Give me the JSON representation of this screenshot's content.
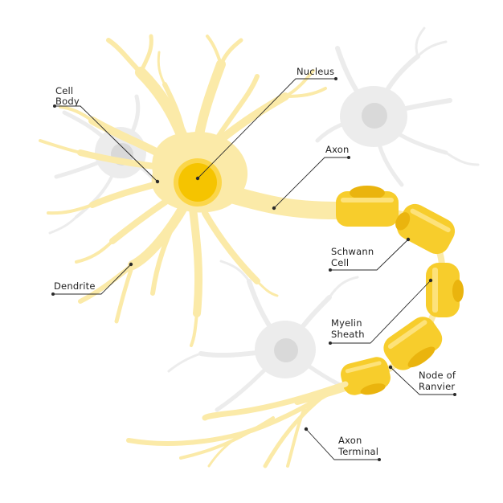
{
  "labels": {
    "cell_body": [
      "Cell",
      "Body"
    ],
    "nucleus": "Nucleus",
    "axon": "Axon",
    "schwann_cell": [
      "Schwann",
      "Cell"
    ],
    "dendrite": "Dendrite",
    "myelin_sheath": [
      "Myelin",
      "Sheath"
    ],
    "node_of_ranvier": [
      "Node of",
      "Ranvier"
    ],
    "axon_terminal": [
      "Axon",
      "Terminal"
    ]
  },
  "colors": {
    "neuron_body": "#fbeaa8",
    "neuron_highlight": "#fdf3c8",
    "nucleus_fill": "#f5c400",
    "nucleus_ring": "#fbd64a",
    "myelin": "#f7cd2c",
    "myelin_shadow": "#eab40e",
    "myelin_light": "#fde27a",
    "background_neuron": "#ececec",
    "background_nucleus": "#d9d9d9",
    "text": "#222222"
  }
}
